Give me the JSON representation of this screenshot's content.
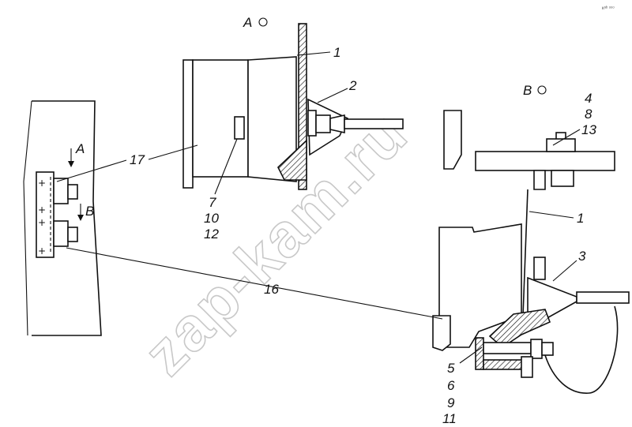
{
  "diagram": {
    "views": {
      "view_a": "А",
      "view_b": "В"
    },
    "arrows": {
      "arrow_a": "А",
      "arrow_b": "В"
    },
    "callouts": {
      "c1_top": "1",
      "c2": "2",
      "c4": "4",
      "c8": "8",
      "c13": "13",
      "c17": "17",
      "c7": "7",
      "c10": "10",
      "c12": "12",
      "c1_bottom": "1",
      "c3": "3",
      "c16": "16",
      "c5": "5",
      "c6": "6",
      "c9": "9",
      "c11": "11"
    },
    "terminal_signs": [
      "+",
      "+",
      "+",
      "+"
    ],
    "corner_mark": "кᵃᵇ ᵒᵒᵒ",
    "watermark": "zap-kam.ru"
  }
}
